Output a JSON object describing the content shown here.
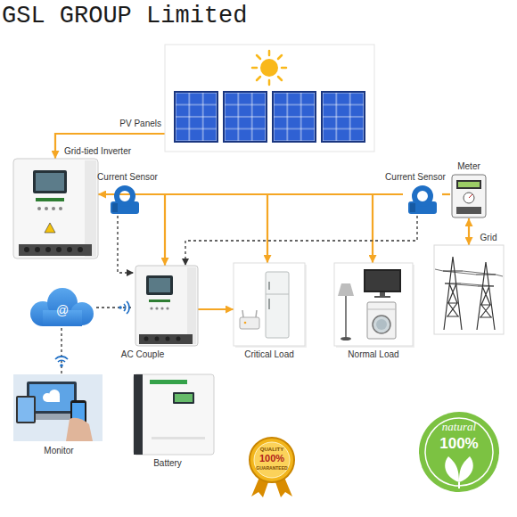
{
  "diagram": {
    "nodes": [
      {
        "text": [
          "PV Panels"
        ]
      },
      {
        "text": [
          "Grid-tied Inverter"
        ]
      },
      {
        "text": [
          "Current Sensor"
        ]
      },
      {
        "text": [
          "Current Sensor"
        ]
      },
      {
        "text": [
          "Meter"
        ]
      },
      {
        "text": [
          "Grid"
        ]
      },
      {
        "text": [
          "@"
        ]
      },
      {
        "text": [
          "AC Couple"
        ]
      },
      {
        "text": [
          "Critical Load"
        ]
      },
      {
        "text": [
          "Normal Load"
        ]
      },
      {
        "text": [
          "Monitor"
        ]
      },
      {
        "text": [
          "Battery"
        ]
      }
    ],
    "edges": [
      {
        "from": 0,
        "to": 1,
        "arrow": "to"
      },
      {
        "from": 1,
        "to": 2,
        "arrow": "none"
      },
      {
        "from": 2,
        "to": 3,
        "arrow": "none"
      },
      {
        "from": 3,
        "to": 4,
        "arrow": "none"
      },
      {
        "from": 1,
        "to": 7,
        "arrow": "both"
      },
      {
        "from": 1,
        "to": 8,
        "arrow": "to"
      },
      {
        "from": 1,
        "to": 9,
        "arrow": "to"
      },
      {
        "from": 4,
        "to": 5,
        "arrow": "both"
      },
      {
        "from": 2,
        "to": 7,
        "arrow": "to"
      },
      {
        "from": 3,
        "to": 7,
        "arrow": "to"
      },
      {
        "from": 6,
        "to": 7,
        "arrow": "none"
      },
      {
        "from": 6,
        "to": 10,
        "arrow": "none"
      },
      {
        "from": 7,
        "to": 8,
        "arrow": "to"
      }
    ],
    "labels": [
      "GSL GROUP Limited",
      "QUALITY",
      "100%",
      "GUARANTEED",
      "natural",
      "100%"
    ]
  }
}
